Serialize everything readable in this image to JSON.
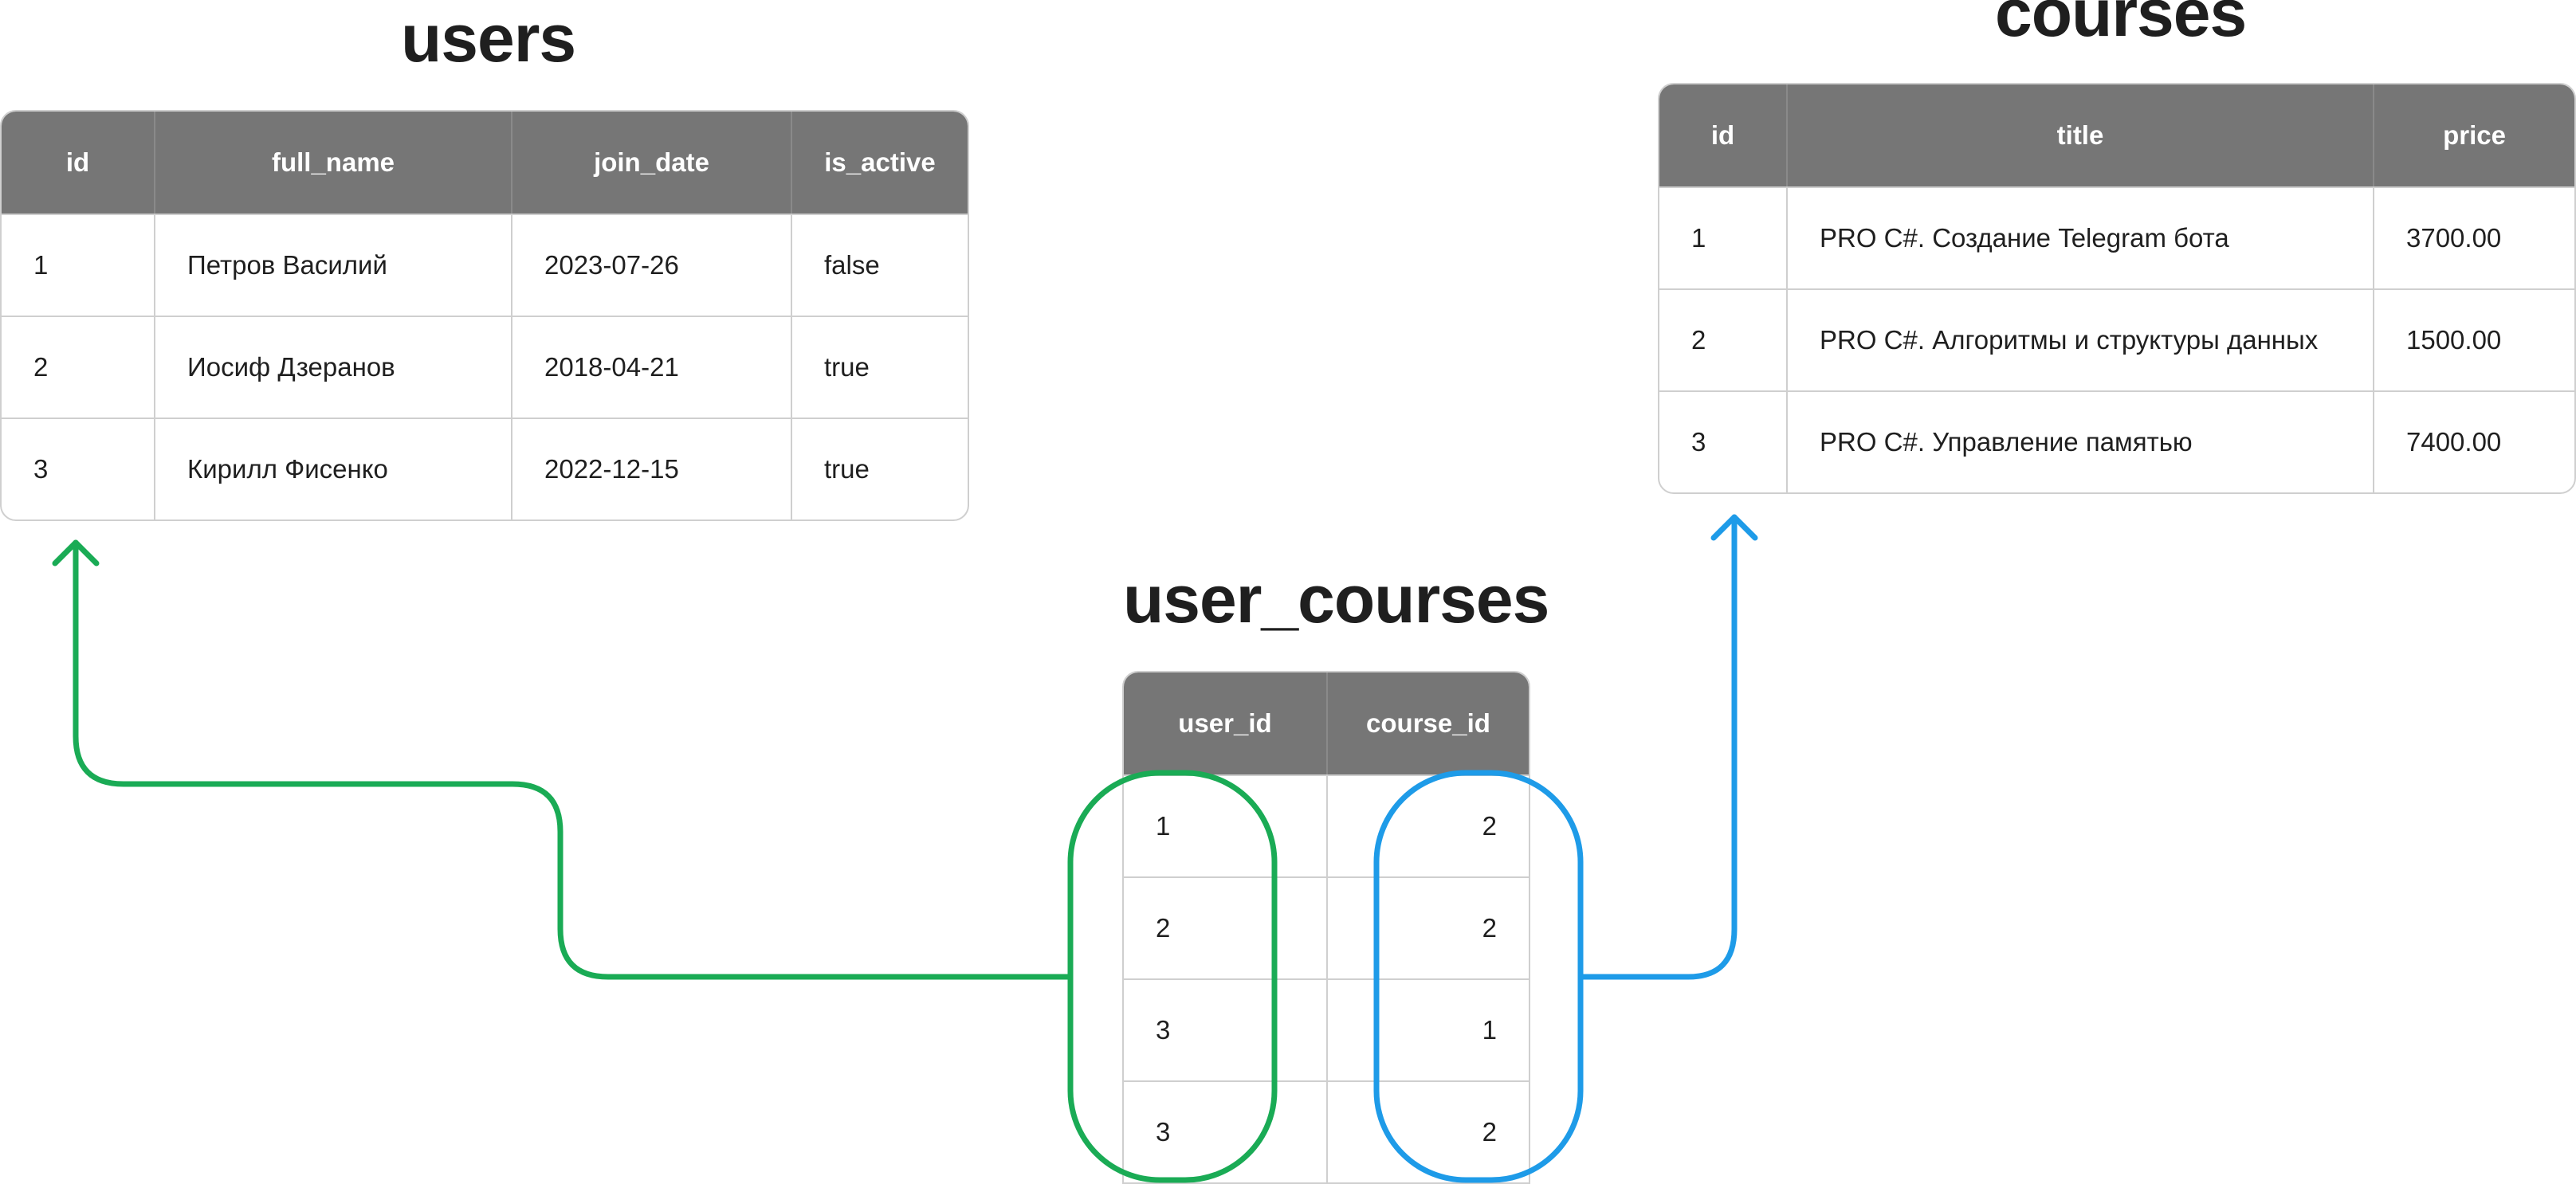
{
  "users": {
    "title": "users",
    "columns": [
      "id",
      "full_name",
      "join_date",
      "is_active"
    ],
    "rows": [
      [
        "1",
        "Петров Василий",
        "2023-07-26",
        "false"
      ],
      [
        "2",
        "Иосиф Дзеранов",
        "2018-04-21",
        "true"
      ],
      [
        "3",
        "Кирилл Фисенко",
        "2022-12-15",
        "true"
      ]
    ]
  },
  "courses": {
    "title": "courses",
    "columns": [
      "id",
      "title",
      "price"
    ],
    "rows": [
      [
        "1",
        "PRO C#. Создание Telegram бота",
        "3700.00"
      ],
      [
        "2",
        "PRO C#. Алгоритмы и структуры данных",
        "1500.00"
      ],
      [
        "3",
        "PRO C#. Управление памятью",
        "7400.00"
      ]
    ]
  },
  "user_courses": {
    "title": "user_courses",
    "columns": [
      "user_id",
      "course_id"
    ],
    "rows": [
      [
        "1",
        "2"
      ],
      [
        "2",
        "2"
      ],
      [
        "3",
        "1"
      ],
      [
        "3",
        "2"
      ]
    ]
  },
  "colors": {
    "users_link": "#1aab55",
    "courses_link": "#1e9be8",
    "header_bg": "#767676"
  }
}
